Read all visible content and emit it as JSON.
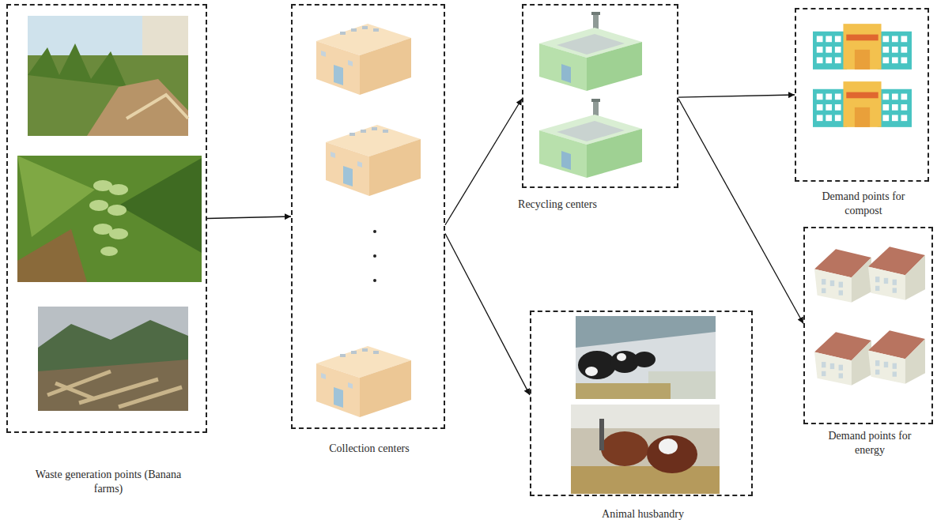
{
  "diagram": {
    "nodes": [
      {
        "text": [
          "Waste generation points (Banana farms)"
        ]
      },
      {
        "text": [
          "Collection centers"
        ]
      },
      {
        "text": [
          "Recycling centers"
        ]
      },
      {
        "text": [
          "Demand points for compost"
        ]
      },
      {
        "text": [
          "Demand points for energy"
        ]
      },
      {
        "text": [
          "Animal husbandry"
        ]
      }
    ],
    "edges": [
      {
        "from": 0,
        "to": 1,
        "arrow": "to"
      },
      {
        "from": 1,
        "to": 2,
        "arrow": "to"
      },
      {
        "from": 1,
        "to": 5,
        "arrow": "to"
      },
      {
        "from": 2,
        "to": 3,
        "arrow": "to"
      },
      {
        "from": 2,
        "to": 4,
        "arrow": "to"
      }
    ]
  }
}
